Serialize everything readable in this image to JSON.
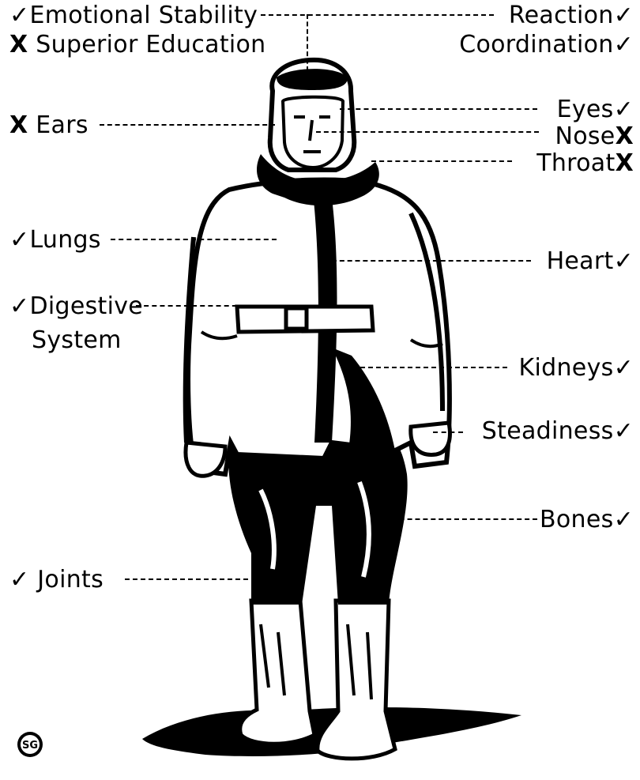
{
  "labels": {
    "emotional_stability": {
      "mark": "✓",
      "text": "Emotional Stability"
    },
    "superior_education": {
      "mark": "X",
      "text": "Superior Education"
    },
    "ears": {
      "mark": "X",
      "text": "Ears"
    },
    "lungs": {
      "mark": "✓",
      "text": "Lungs"
    },
    "digestive_line1": {
      "mark": "✓",
      "text": "Digestive"
    },
    "digestive_line2": {
      "text": "System"
    },
    "joints": {
      "mark": "✓",
      "text": "Joints"
    },
    "reaction": {
      "text": "Reaction",
      "mark": "✓"
    },
    "coordination": {
      "text": "Coordination",
      "mark": "✓"
    },
    "eyes": {
      "text": "Eyes",
      "mark": "✓"
    },
    "nose": {
      "text": "Nose",
      "mark": "X"
    },
    "throat": {
      "text": "Throat",
      "mark": "X"
    },
    "heart": {
      "text": "Heart",
      "mark": "✓"
    },
    "kidneys": {
      "text": "Kidneys",
      "mark": "✓"
    },
    "steadiness": {
      "text": "Steadiness",
      "mark": "✓"
    },
    "bones": {
      "text": "Bones",
      "mark": "✓"
    }
  },
  "monogram": "SG",
  "colors": {
    "ink": "#000000",
    "paper": "#ffffff"
  }
}
